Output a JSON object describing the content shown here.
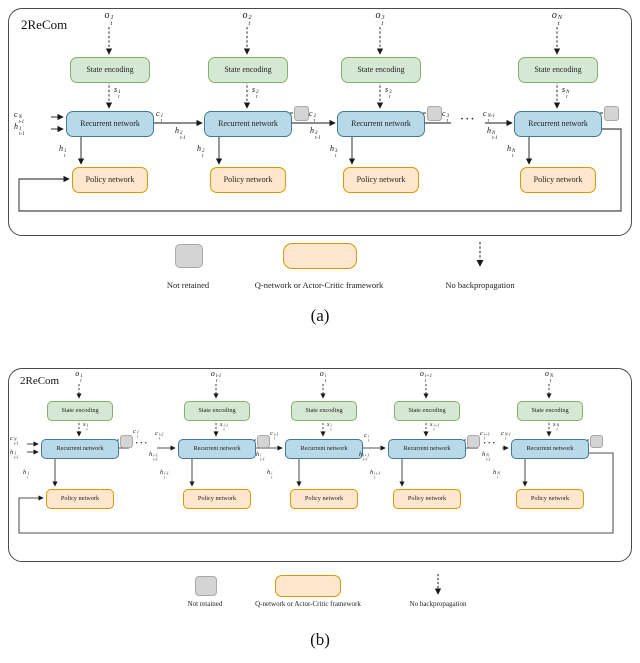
{
  "colors": {
    "green_fill": "#d5e8d4",
    "green_border": "#82b366",
    "blue_fill": "#b8d9e8",
    "blue_border": "#42799a",
    "orange_fill": "#ffe6cc",
    "orange_border": "#d79b00",
    "gray_fill": "#d4d4d4",
    "gray_border": "#a9a9a9"
  },
  "boxes": {
    "enc": "State encoding",
    "rnn": "Recurrent network",
    "policy": "Policy network"
  },
  "legend": {
    "not_retained": "Not retained",
    "q_network": "Q-network or Actor-Critic framework",
    "no_backprop": "No backpropagation"
  },
  "dots": "···",
  "panelA": {
    "title": "2ReCom",
    "caption": "(a)",
    "cols": [
      {
        "obs": {
          "b": "o",
          "sub": "t",
          "sup": "1"
        },
        "s": {
          "b": "s",
          "sub": "t",
          "sup": "1"
        },
        "cin": {
          "b": "c",
          "sub": "t-1",
          "sup": "N"
        },
        "hin": {
          "b": "h",
          "sub": "t-1",
          "sup": "1"
        },
        "cout": {
          "b": "c",
          "sub": "t",
          "sup": "1"
        },
        "pol": {
          "b": "h",
          "sub": "t",
          "sup": "1"
        }
      },
      {
        "obs": {
          "b": "o",
          "sub": "t",
          "sup": "2"
        },
        "s": {
          "b": "s",
          "sub": "t",
          "sup": "2"
        },
        "hin": {
          "b": "h",
          "sub": "t-1",
          "sup": "2"
        },
        "cout": {
          "b": "c",
          "sub": "t",
          "sup": "2"
        },
        "pol": {
          "b": "h",
          "sub": "t",
          "sup": "2"
        }
      },
      {
        "obs": {
          "b": "o",
          "sub": "t",
          "sup": "3"
        },
        "s": {
          "b": "s",
          "sub": "t",
          "sup": "3"
        },
        "hin": {
          "b": "h",
          "sub": "t-1",
          "sup": "3"
        },
        "cout": {
          "b": "c",
          "sub": "t",
          "sup": "3"
        },
        "pol": {
          "b": "h",
          "sub": "t",
          "sup": "3"
        }
      },
      {
        "obs": {
          "b": "o",
          "sub": "t",
          "sup": "N"
        },
        "s": {
          "b": "s",
          "sub": "t",
          "sup": "N"
        },
        "cin": {
          "b": "c",
          "sub": "t",
          "sup": "N-1"
        },
        "hin": {
          "b": "h",
          "sub": "t-1",
          "sup": "N"
        },
        "pol": {
          "b": "h",
          "sub": "t",
          "sup": "N"
        }
      }
    ]
  },
  "panelB": {
    "title": "2ReCom",
    "caption": "(b)",
    "cols": [
      {
        "obs": {
          "b": "o",
          "sub": "t",
          "sup": "1"
        },
        "s": {
          "b": "s",
          "sub": "t",
          "sup": "1"
        },
        "cin": {
          "b": "c",
          "sub": "t-1",
          "sup": "N"
        },
        "hin": {
          "b": "h",
          "sub": "t-1",
          "sup": "1"
        },
        "cout": {
          "b": "c",
          "sub": "t",
          "sup": "1"
        },
        "pol": {
          "b": "h",
          "sub": "t",
          "sup": "1"
        }
      },
      {
        "obs": {
          "b": "o",
          "sub": "t",
          "sup": "i-1"
        },
        "s": {
          "b": "s",
          "sub": "t",
          "sup": "i-1"
        },
        "cin": {
          "b": "c",
          "sub": "t",
          "sup": "i-2"
        },
        "hin": {
          "b": "h",
          "sub": "t-1",
          "sup": "i-1"
        },
        "cout": {
          "b": "c",
          "sub": "t",
          "sup": "i-1"
        },
        "pol": {
          "b": "h",
          "sub": "t",
          "sup": "i-1"
        }
      },
      {
        "obs": {
          "b": "o",
          "sub": "t",
          "sup": "i"
        },
        "s": {
          "b": "s",
          "sub": "t",
          "sup": "i"
        },
        "hin": {
          "b": "h",
          "sub": "t-1",
          "sup": "i"
        },
        "cout": {
          "b": "c",
          "sub": "t",
          "sup": "i"
        },
        "pol": {
          "b": "h",
          "sub": "t",
          "sup": "i"
        }
      },
      {
        "obs": {
          "b": "o",
          "sub": "t",
          "sup": "i+1"
        },
        "s": {
          "b": "s",
          "sub": "t",
          "sup": "i+1"
        },
        "hin": {
          "b": "h",
          "sub": "t-1",
          "sup": "i+1"
        },
        "cout": {
          "b": "c",
          "sub": "t",
          "sup": "i+1"
        },
        "pol": {
          "b": "h",
          "sub": "t",
          "sup": "i+1"
        }
      },
      {
        "obs": {
          "b": "o",
          "sub": "t",
          "sup": "N"
        },
        "s": {
          "b": "s",
          "sub": "t",
          "sup": "N"
        },
        "cin": {
          "b": "c",
          "sub": "t",
          "sup": "N-1"
        },
        "hin": {
          "b": "h",
          "sub": "t-1",
          "sup": "N"
        },
        "pol": {
          "b": "h",
          "sub": "t",
          "sup": "N"
        }
      }
    ]
  }
}
